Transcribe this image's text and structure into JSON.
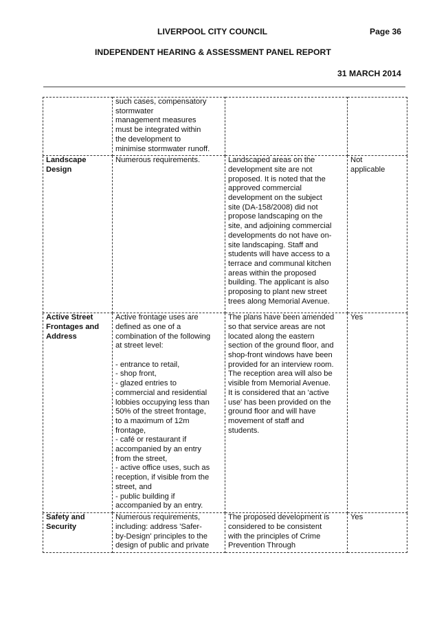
{
  "header": {
    "council": "LIVERPOOL CITY COUNCIL",
    "page": "Page 36",
    "title": "INDEPENDENT HEARING & ASSESSMENT PANEL REPORT",
    "date": "31 MARCH 2014"
  },
  "rows": [
    {
      "control": [],
      "requirement": [
        "such cases, compensatory",
        "stormwater",
        "management measures",
        "must be integrated within",
        "the development to",
        "minimise stormwater runoff."
      ],
      "proposal": [],
      "complies": []
    },
    {
      "control": [
        "Landscape",
        "Design"
      ],
      "requirement": [
        "Numerous requirements."
      ],
      "proposal": [
        "Landscaped areas on the",
        "development site are not",
        "proposed. It is noted that the",
        "approved commercial",
        "development on the subject",
        "site (DA-158/2008) did not",
        "propose landscaping on the",
        "site, and adjoining commercial",
        "developments do not have on-",
        "site landscaping. Staff and",
        "students will have access to a",
        "terrace and communal kitchen",
        "areas within the proposed",
        "building. The applicant is also",
        "proposing to plant new street",
        "trees along Memorial Avenue."
      ],
      "complies": [
        "Not",
        "applicable"
      ]
    },
    {
      "control": [
        "Active Street",
        "Frontages and",
        "Address"
      ],
      "requirement": [
        "Active frontage uses are",
        "defined as one of a",
        "combination of the following",
        "at street level:",
        "",
        "- entrance to retail,",
        "- shop front,",
        "- glazed entries to",
        "commercial and residential",
        "lobbies occupying less than",
        "50% of the street frontage,",
        "to a maximum of 12m",
        "frontage,",
        "- café or restaurant if",
        "accompanied by an entry",
        "from the street,",
        "- active office uses, such as",
        "reception, if visible from the",
        "street, and",
        "- public building if",
        "accompanied by an entry."
      ],
      "proposal": [
        "The plans have been amended",
        "so that service areas are not",
        "located along the eastern",
        "section of the ground floor, and",
        "shop-front windows have been",
        "provided for an interview room.",
        "The reception area will also be",
        "visible from Memorial Avenue.",
        "It is considered that an 'active",
        "use' has been provided on the",
        "ground floor and will have",
        "movement of staff and",
        "students."
      ],
      "complies": [
        "Yes"
      ]
    },
    {
      "control": [
        "Safety and",
        "Security"
      ],
      "requirement": [
        "Numerous requirements,",
        "including: address 'Safer-",
        "by-Design' principles to the",
        "design of public and private"
      ],
      "proposal": [
        "The proposed development is",
        "considered to be consistent",
        "with the principles of Crime",
        "Prevention Through"
      ],
      "complies": [
        "Yes"
      ]
    }
  ]
}
